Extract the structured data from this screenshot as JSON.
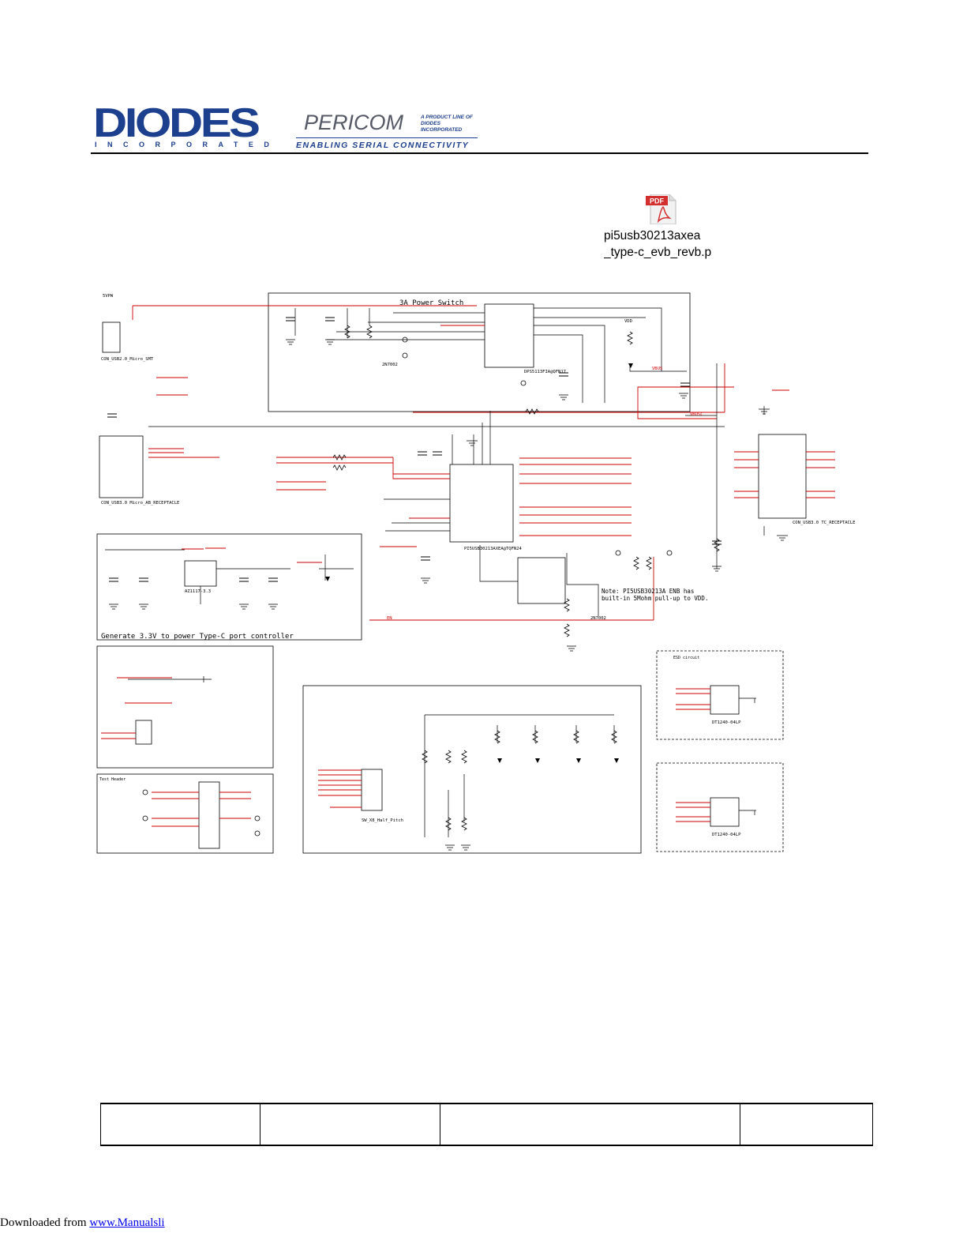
{
  "header": {
    "diodes_word": "DIODES",
    "diodes_sub": "INCORPORATED",
    "pericom_word": "PERICOM",
    "pericom_tag": "A PRODUCT LINE OF DIODES INCORPORATED",
    "pericom_tagline": "ENABLING SERIAL CONNECTIVITY"
  },
  "attachment": {
    "icon_label": "PDF",
    "filename_line1": "pi5usb30213axea",
    "filename_line2": "_type-c_evb_revb.p"
  },
  "schematic": {
    "power_switch_title": "3A Power Switch",
    "regulator_caption": "Generate 3.3V to power Type-C port controller",
    "enb_note_line1": "Note: PI5USB30213A ENB has",
    "enb_note_line2": "built-in 5Mohm pull-up to VDD.",
    "u1_label": "PI5USB30213AXEA@TQFN24",
    "u2_label": "AZ1117-3.3",
    "u3_label": "DPS5113FIA@QFN17",
    "j2_label": "CON_USB3.0 Micro_AB_RECEPTACLE",
    "j3_label": "CON_USB3.0 TC_RECEPTACLE",
    "j4_label": "CON_USB2.0_Micro_SMT",
    "sw1_label": "SW_X8_Half_Pitch",
    "u4_label": "DT1240-04LP",
    "u5_label": "DT1240-04LP",
    "esd_title": "ESD circuit",
    "test_header_title": "Test Header",
    "vdd": "VDD",
    "vbus": "VBUS",
    "vbusc": "VBUSC",
    "5vpw": "5VPW",
    "en": "EN",
    "q2_label": "2N7002",
    "q1_label": "2N7002"
  },
  "footer": {
    "prefix": "Downloaded from ",
    "link_text": "www.Manualsli"
  }
}
